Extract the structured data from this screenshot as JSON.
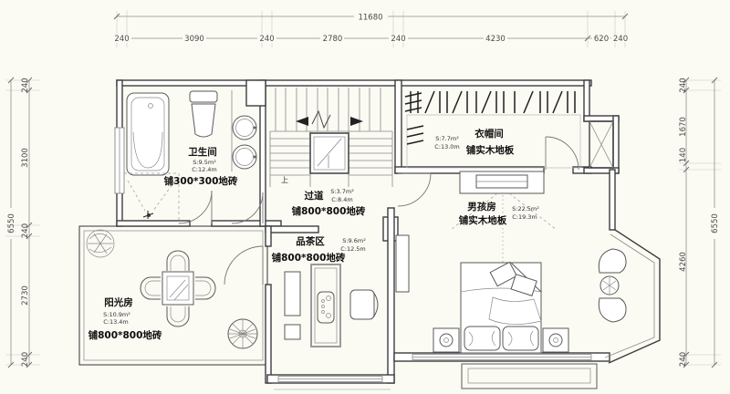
{
  "drawing": {
    "dimensions": {
      "top": {
        "total": "11680",
        "segments": [
          "240",
          "3090",
          "240",
          "2780",
          "240",
          "4230",
          "620",
          "240"
        ]
      },
      "left": {
        "total": "6550",
        "segments": [
          "240",
          "3100",
          "240",
          "2730",
          "240"
        ]
      },
      "right": {
        "total": "6550",
        "segments": [
          "240",
          "1670",
          "140",
          "4260",
          "240"
        ]
      }
    },
    "rooms": {
      "bathroom": {
        "name": "卫生间",
        "area": "S:9.5m²",
        "perimeter": "C:12.4m",
        "floor": "铺300*300地砖"
      },
      "hallway": {
        "name": "过道",
        "area": "S:3.7m²",
        "perimeter": "C:8.4m",
        "floor": "铺800*800地砖"
      },
      "cloakroom": {
        "name": "衣帽间",
        "area": "S:7.7m²",
        "perimeter": "C:13.0m",
        "floor": "铺实木地板"
      },
      "boys_room": {
        "name": "男孩房",
        "area": "S:22.5m²",
        "perimeter": "C:19.3m",
        "floor": "铺实木地板"
      },
      "tea_area": {
        "name": "品茶区",
        "area": "S:9.6m²",
        "perimeter": "C:12.5m",
        "floor": "铺800*800地砖"
      },
      "sunroom": {
        "name": "阳光房",
        "area": "S:10.9m²",
        "perimeter": "C:13.4m",
        "floor": "铺800*800地砖"
      }
    },
    "stairs": {
      "up_label": "上"
    },
    "colors": {
      "wall_line": "#3d3d3d",
      "dim_line": "#8f8f8f",
      "text": "#141414",
      "background": "#fbfaf3"
    }
  }
}
